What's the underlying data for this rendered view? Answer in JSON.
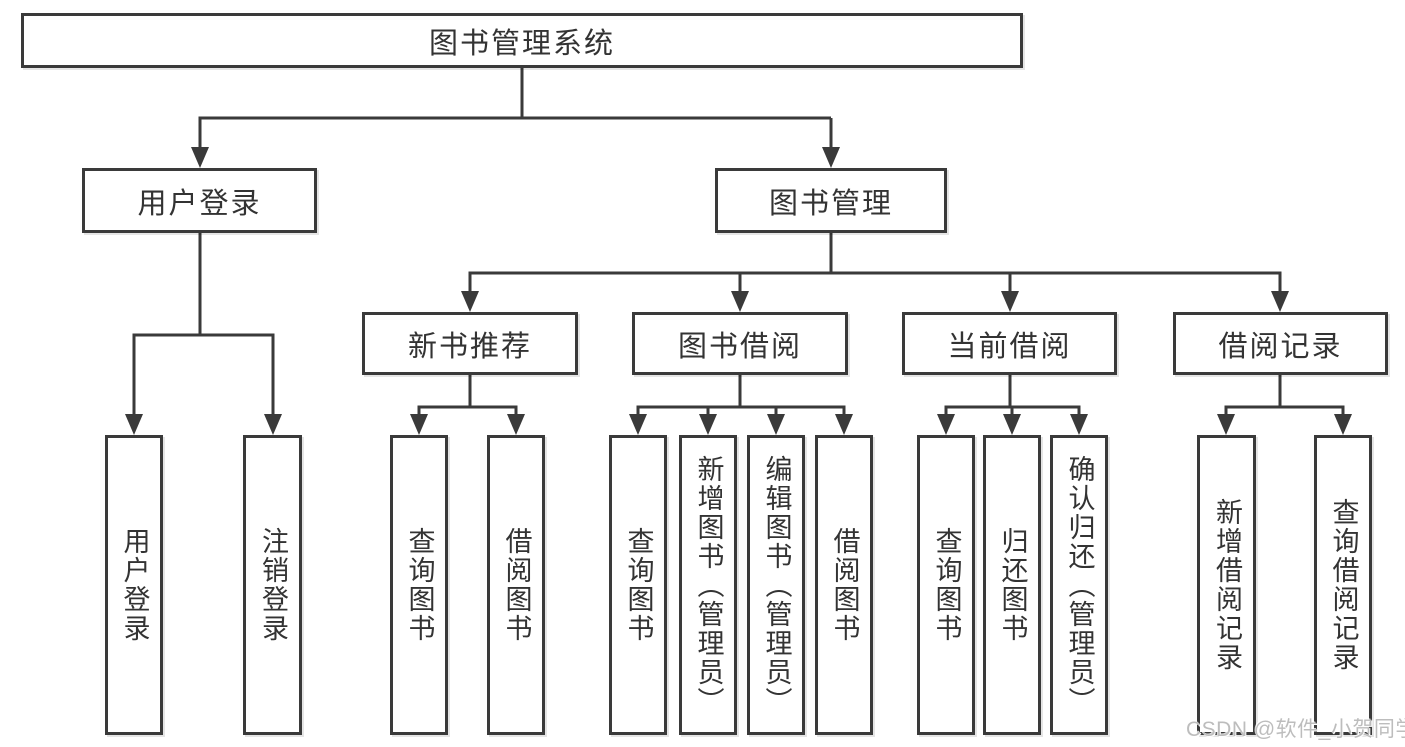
{
  "tree": {
    "label": "图书管理系统",
    "children": [
      {
        "label": "用户登录",
        "children": [
          {
            "label": "用户登录"
          },
          {
            "label": "注销登录"
          }
        ]
      },
      {
        "label": "图书管理",
        "children": [
          {
            "label": "新书推荐",
            "children": [
              {
                "label": "查询图书"
              },
              {
                "label": "借阅图书"
              }
            ]
          },
          {
            "label": "图书借阅",
            "children": [
              {
                "label": "查询图书"
              },
              {
                "label": "新增图书（管理员）"
              },
              {
                "label": "编辑图书（管理员）"
              },
              {
                "label": "借阅图书"
              }
            ]
          },
          {
            "label": "当前借阅",
            "children": [
              {
                "label": "查询图书"
              },
              {
                "label": "归还图书"
              },
              {
                "label": "确认归还（管理员）"
              }
            ]
          },
          {
            "label": "借阅记录",
            "children": [
              {
                "label": "新增借阅记录"
              },
              {
                "label": "查询借阅记录"
              }
            ]
          }
        ]
      }
    ]
  },
  "watermark": "CSDN @软件_小贺同学",
  "colors": {
    "line": "#3a3a3a",
    "text": "#333333",
    "background": "#ffffff",
    "watermark": "#bdbdbd"
  }
}
